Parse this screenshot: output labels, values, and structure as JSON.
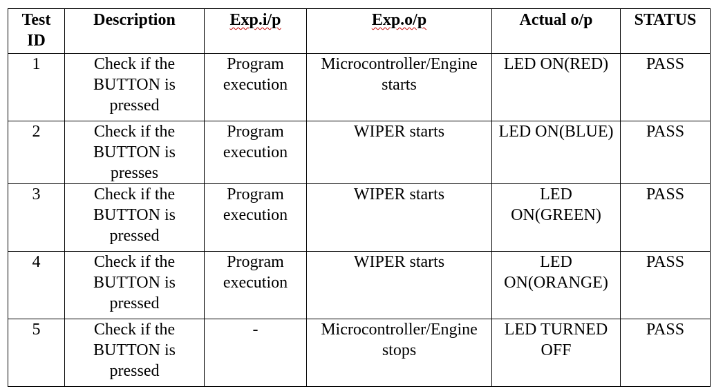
{
  "table": {
    "headers": {
      "test_id": "Test ID",
      "description": "Description",
      "exp_ip": "Exp.i/p",
      "exp_op": "Exp.o/p",
      "actual_op": "Actual o/p",
      "status": "STATUS"
    },
    "rows": [
      {
        "id": "1",
        "description": "Check if the BUTTON is pressed",
        "exp_ip": "Program execution",
        "exp_op": "Microcontroller/Engine starts",
        "actual_op": "LED ON(RED)",
        "status": "PASS"
      },
      {
        "id": "2",
        "description": "Check if the BUTTON is presses",
        "exp_ip": "Program execution",
        "exp_op": "WIPER starts",
        "actual_op": "LED ON(BLUE)",
        "status": "PASS"
      },
      {
        "id": "3",
        "description": "Check if the BUTTON is pressed",
        "exp_ip": "Program execution",
        "exp_op": "WIPER starts",
        "actual_op": "LED ON(GREEN)",
        "status": "PASS"
      },
      {
        "id": "4",
        "description": "Check if the BUTTON is pressed",
        "exp_ip": "Program execution",
        "exp_op": "WIPER starts",
        "actual_op": "LED ON(ORANGE)",
        "status": "PASS"
      },
      {
        "id": "5",
        "description": "Check if the BUTTON is pressed",
        "exp_ip": "-",
        "exp_op": "Microcontroller/Engine stops",
        "actual_op": "LED TURNED OFF",
        "status": "PASS"
      }
    ]
  }
}
